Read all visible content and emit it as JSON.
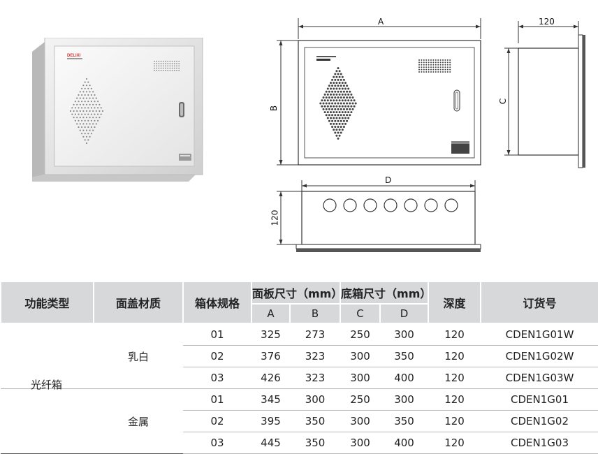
{
  "drawings": {
    "front_width_label": "A",
    "front_height_label": "B",
    "side_depth_label": "120",
    "side_height_label": "C",
    "bottom_width_label": "D",
    "bottom_depth_label": "120"
  },
  "table": {
    "headers": {
      "type": "功能类型",
      "material": "面盖材质",
      "spec": "箱体规格",
      "panel_size": "面板尺寸（mm）",
      "box_size": "底箱尺寸（mm）",
      "depth": "深度",
      "order_no": "订货号"
    },
    "subheaders": {
      "a": "A",
      "b": "B",
      "c": "C",
      "d": "D"
    },
    "type_value": "光纤箱",
    "groups": [
      {
        "material": "乳白",
        "rows": [
          {
            "spec": "01",
            "a": "325",
            "b": "273",
            "c": "250",
            "d": "300",
            "depth": "120",
            "order": "CDEN1G01W"
          },
          {
            "spec": "02",
            "a": "376",
            "b": "323",
            "c": "300",
            "d": "350",
            "depth": "120",
            "order": "CDEN1G02W"
          },
          {
            "spec": "03",
            "a": "426",
            "b": "323",
            "c": "300",
            "d": "400",
            "depth": "120",
            "order": "CDEN1G03W"
          }
        ]
      },
      {
        "material": "金属",
        "rows": [
          {
            "spec": "01",
            "a": "345",
            "b": "300",
            "c": "250",
            "d": "300",
            "depth": "120",
            "order": "CDEN1G01"
          },
          {
            "spec": "02",
            "a": "395",
            "b": "350",
            "c": "300",
            "d": "350",
            "depth": "120",
            "order": "CDEN1G02"
          },
          {
            "spec": "03",
            "a": "445",
            "b": "350",
            "c": "300",
            "d": "400",
            "depth": "120",
            "order": "CDEN1G03"
          }
        ]
      }
    ]
  }
}
